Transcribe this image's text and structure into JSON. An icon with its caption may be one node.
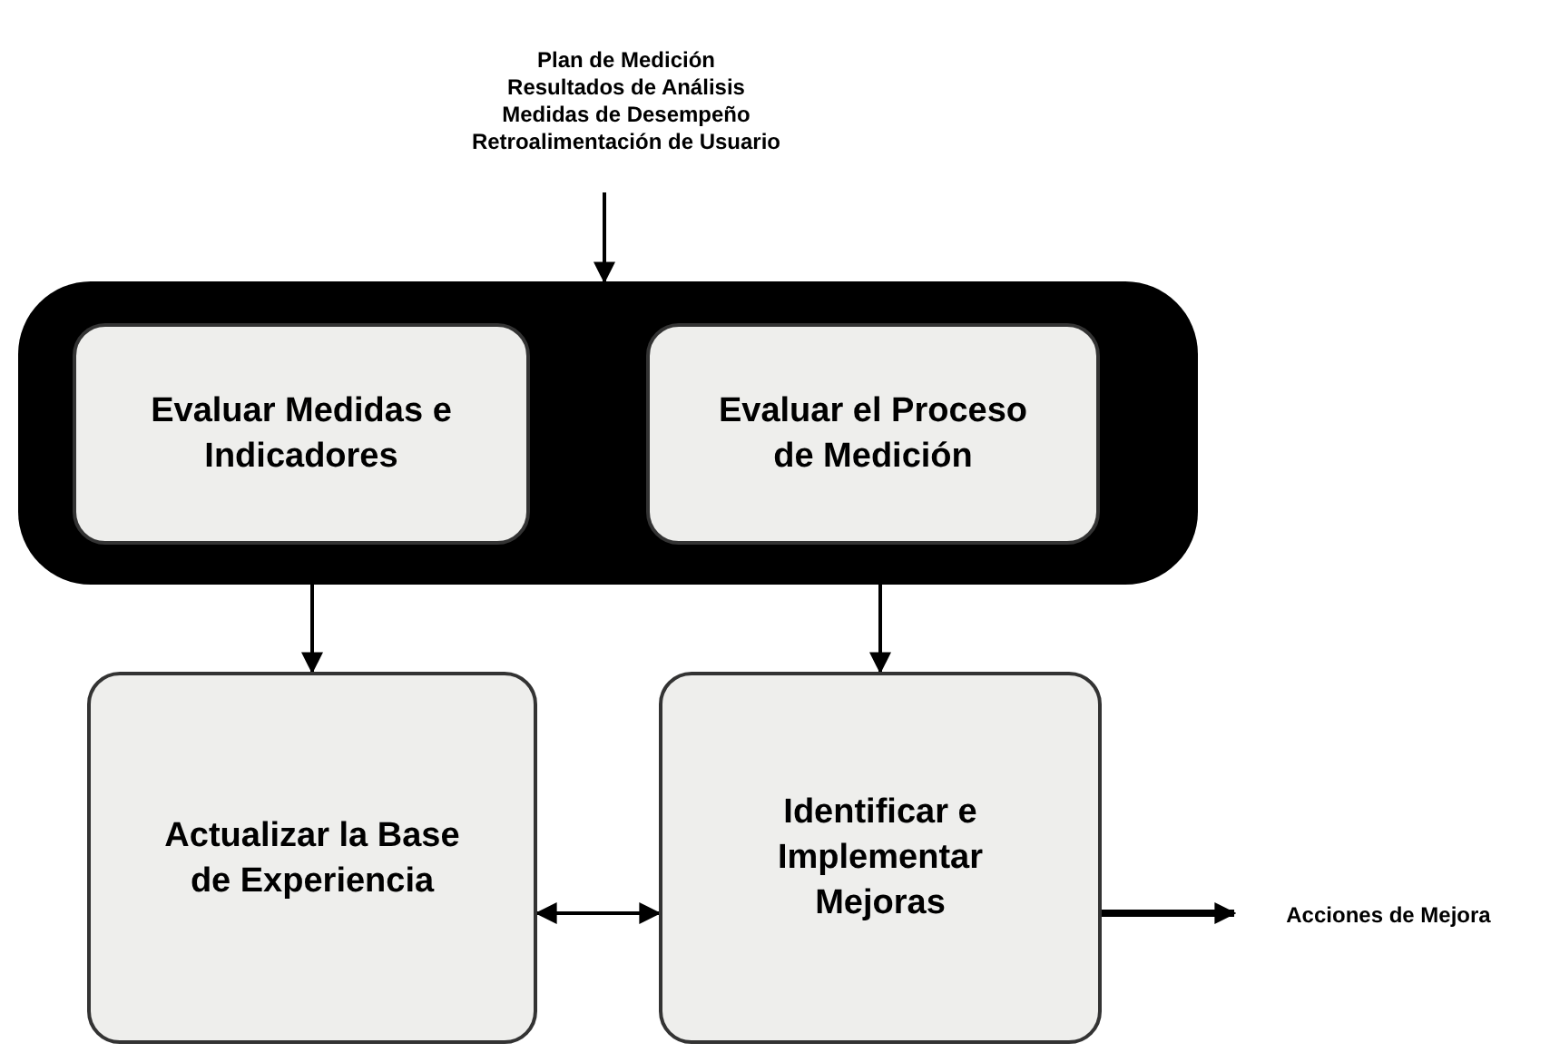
{
  "diagram": {
    "nodes": [
      {
        "text": [
          "Plan de Medición",
          "Resultados de Análisis",
          "Medidas de Desempeño",
          "Retroalimentación de Usuario"
        ]
      },
      {
        "text": [],
        "shape": "box"
      },
      {
        "text": [
          "Evaluar Medidas e Indicadores"
        ],
        "in": 1
      },
      {
        "text": [
          "Evaluar el Proceso de Medición"
        ],
        "in": 1
      },
      {
        "text": [
          "Actualizar la Base de Experiencia"
        ]
      },
      {
        "text": [
          "Identificar e Implementar Mejoras"
        ]
      },
      {
        "text": [
          "Acciones de Mejora"
        ]
      }
    ],
    "edges": [
      {
        "from": 0,
        "to": 1,
        "arrow": "to"
      },
      {
        "from": 2,
        "to": 4,
        "arrow": "to"
      },
      {
        "from": 3,
        "to": 5,
        "arrow": "to"
      },
      {
        "from": 4,
        "to": 5,
        "arrow": "both"
      },
      {
        "from": 5,
        "to": 6,
        "arrow": "to",
        "style": "thick"
      }
    ]
  }
}
